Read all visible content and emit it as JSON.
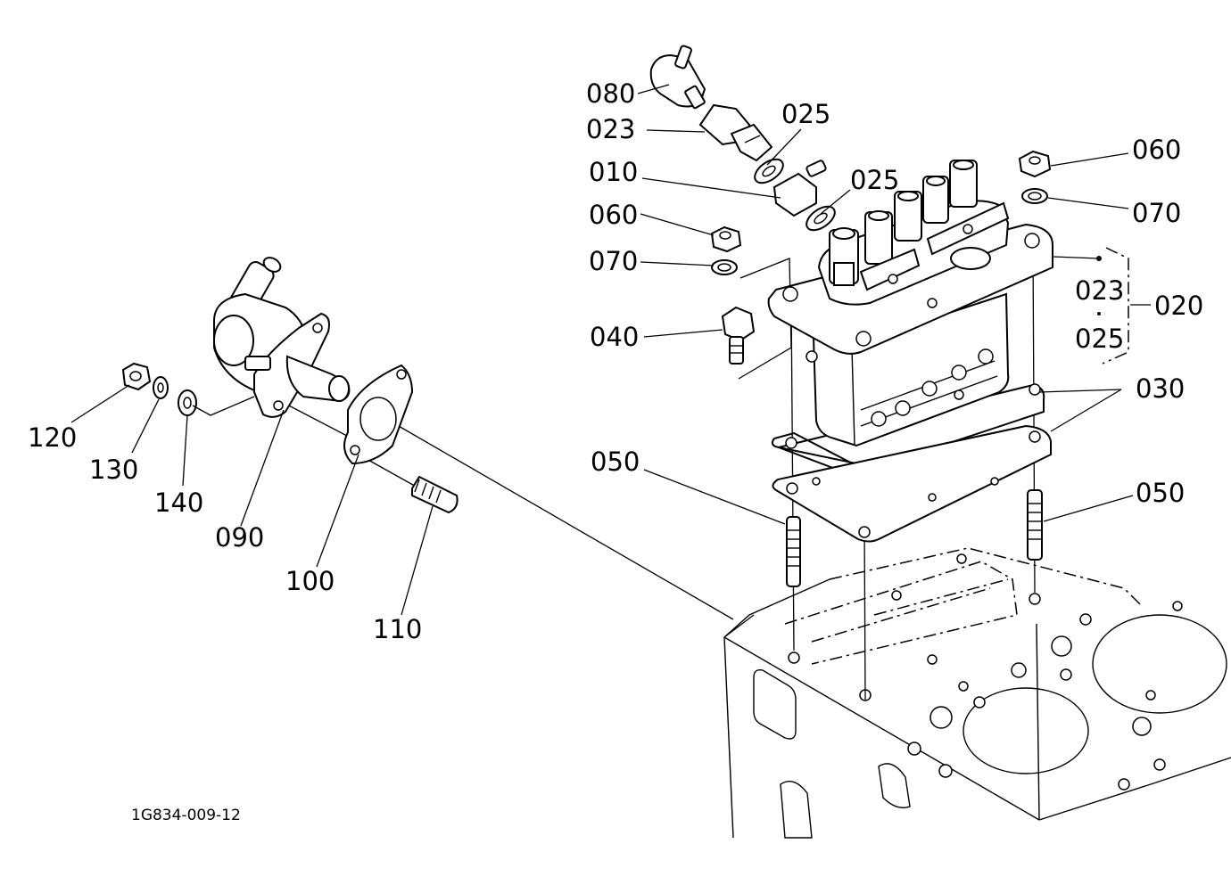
{
  "diagram_code": "1G834-009-12",
  "labels": {
    "l080": "080",
    "l023a": "023",
    "l025a": "025",
    "l010": "010",
    "l025b": "025",
    "l060a": "060",
    "l070a": "070",
    "l040": "040",
    "l060b": "060",
    "l070b": "070",
    "l023b": "023",
    "l025c": "025",
    "l020": "020",
    "l030": "030",
    "l050a": "050",
    "l050b": "050",
    "l120": "120",
    "l130": "130",
    "l140": "140",
    "l090": "090",
    "l100": "100",
    "l110": "110"
  }
}
